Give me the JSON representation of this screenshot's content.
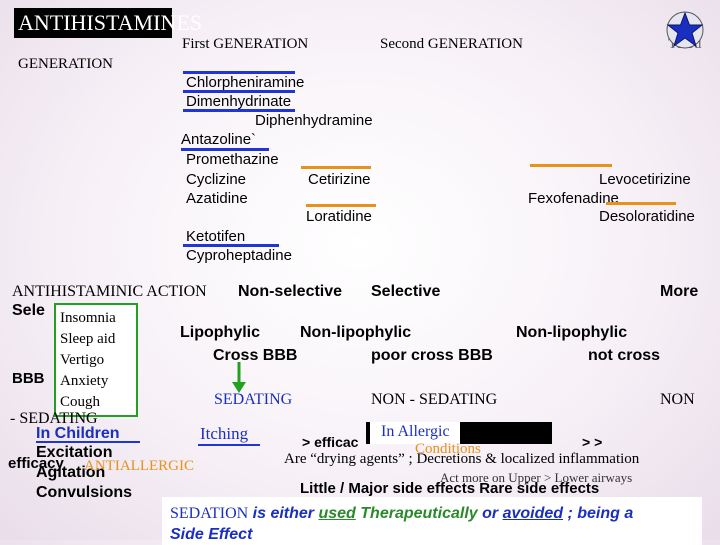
{
  "header": {
    "title": "ANTIHISTAMINES",
    "first_gen": "First GENERATION",
    "second_gen": "Second GENERATION",
    "third_gen": "Third",
    "generation_word": "GENERATION"
  },
  "first_gen_drugs": [
    "Chlorpheniramine",
    "Dimenhydrinate",
    "Diphenhydramine",
    "Antazoline`",
    "Promethazine",
    "Cyclizine",
    "Azatidine"
  ],
  "first_gen_drugs_extra": [
    "Ketotifen",
    "Cyproheptadine"
  ],
  "second_gen_drugs": [
    "Cetirizine",
    "Loratidine"
  ],
  "third_gen_drugs": [
    "Levocetirizine",
    "Fexofenadine",
    "Desoloratidine"
  ],
  "action": {
    "label": "ANTIHISTAMINIC ACTION",
    "non_selective": "Non-selective",
    "selective": "Selective",
    "more": "More",
    "sele": "Sele"
  },
  "effects_box": [
    "Insomnia",
    "Sleep aid",
    "Vertigo",
    "Anxiety",
    "Cough"
  ],
  "bbb": {
    "label": "BBB",
    "lipophylic": "Lipophylic",
    "non_lipophylic": "Non-lipophylic",
    "non_lipophylic_3": "Non-lipophylic",
    "cross_bbb": "Cross BBB",
    "poor_cross": "poor cross BBB",
    "not_cross": "not cross"
  },
  "sedation_row": {
    "sedating": "SEDATING",
    "non_sedating": "NON - SEDATING",
    "non": "NON",
    "minus_sedating": "- SEDATING"
  },
  "lower_left": {
    "in_children": "In Children",
    "excitation": "Excitation",
    "efficacy": "efficacy",
    "antiallergic": "ANTIALLERGIC",
    "agitation": "Agitation",
    "convulsions": "Convulsions"
  },
  "itching": "Itching",
  "in_allergic": "In Allergic",
  "conditions": "Conditions",
  "efficacy_gt": "> efficac",
  "gt_gt": "> >",
  "drying": "Are “drying agents” ; Decretions &  localized inflammation",
  "act_more": "Act more on Upper > Lower airways",
  "side_effects": "Little / Major side effects Rare side effects",
  "footer": {
    "sedation": "SEDATION",
    "is_either": "is either",
    "used": "used",
    "therapeutically": "Therapeutically",
    "or": "or",
    "avoided": "avoided",
    "being_a": "; being a",
    "side_effect": "Side Effect"
  },
  "colors": {
    "blue_line": "#1f35d6",
    "orange_line": "#e8921b",
    "green": "#22a022",
    "brand_blue": "#1a2fc0",
    "orange_text": "#e8921b"
  }
}
